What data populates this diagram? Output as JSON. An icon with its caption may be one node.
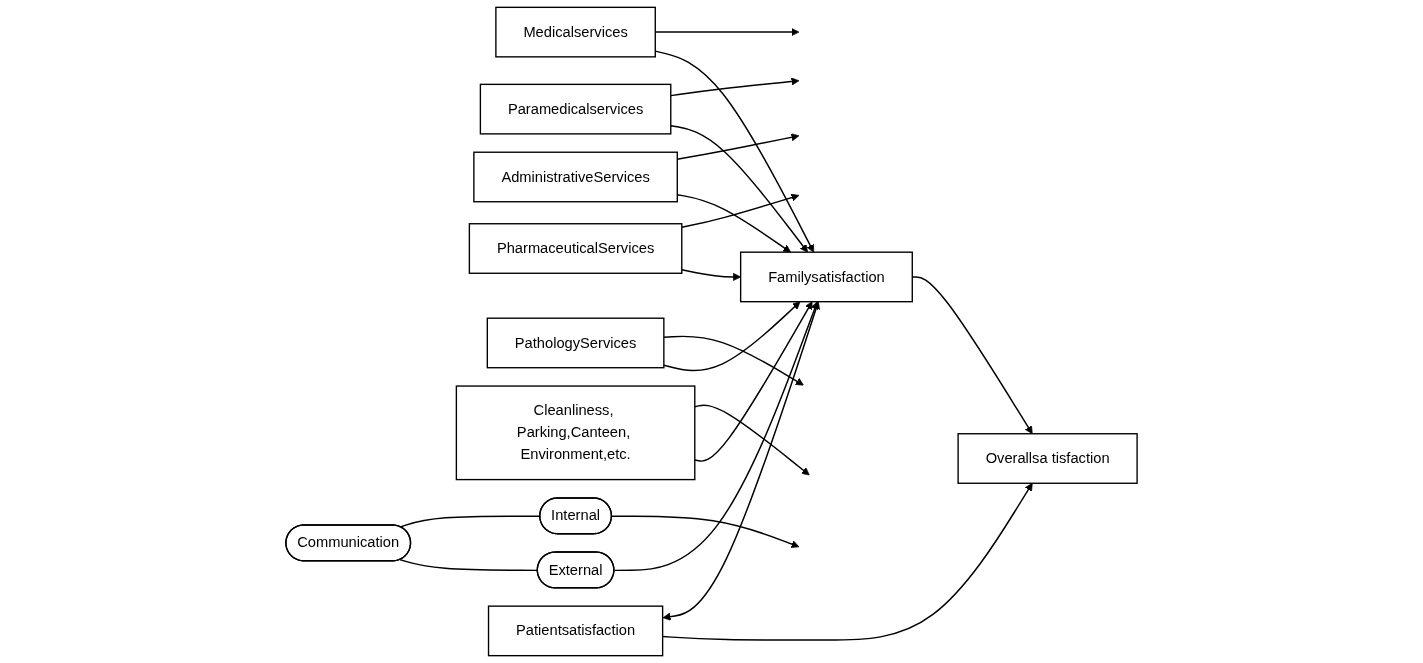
{
  "diagram": {
    "nodes": [
      {
        "text": [
          "Medicalservices"
        ]
      },
      {
        "text": [
          "Paramedicalservices"
        ]
      },
      {
        "text": [
          "AdministrativeServices"
        ]
      },
      {
        "text": [
          "PharmaceuticalServices"
        ]
      },
      {
        "text": [
          "PathologyServices"
        ]
      },
      {
        "text": [
          "Cleanliness, Parking,Canteen, Environment,etc."
        ]
      },
      {
        "text": [
          "Internal"
        ]
      },
      {
        "text": [
          "Communication"
        ]
      },
      {
        "text": [
          "External"
        ]
      },
      {
        "text": [
          "Patientsatisfaction"
        ]
      },
      {
        "text": [
          "Familysatisfaction"
        ]
      },
      {
        "text": [
          "Overallsa tisfaction"
        ]
      }
    ],
    "edges": [
      {
        "from": 0,
        "to": null,
        "arrow": "to"
      },
      {
        "from": 1,
        "to": null,
        "arrow": "to"
      },
      {
        "from": 2,
        "to": null,
        "arrow": "to"
      },
      {
        "from": 3,
        "to": null,
        "arrow": "to"
      },
      {
        "from": 4,
        "to": null,
        "arrow": "to"
      },
      {
        "from": 5,
        "to": null,
        "arrow": "to"
      },
      {
        "from": 0,
        "to": 10,
        "arrow": "to"
      },
      {
        "from": 1,
        "to": 10,
        "arrow": "to"
      },
      {
        "from": 2,
        "to": 10,
        "arrow": "to"
      },
      {
        "from": 3,
        "to": 10,
        "arrow": "to"
      },
      {
        "from": 4,
        "to": 10,
        "arrow": "to"
      },
      {
        "from": 5,
        "to": 10,
        "arrow": "to"
      },
      {
        "from": 7,
        "to": 6,
        "arrow": "none"
      },
      {
        "from": 7,
        "to": 8,
        "arrow": "none"
      },
      {
        "from": 6,
        "to": null,
        "arrow": "to"
      },
      {
        "from": 8,
        "to": 10,
        "arrow": "to"
      },
      {
        "from": 9,
        "to": 10,
        "arrow": "both"
      },
      {
        "from": 9,
        "to": 11,
        "arrow": "to"
      },
      {
        "from": 10,
        "to": 11,
        "arrow": "to"
      }
    ]
  }
}
